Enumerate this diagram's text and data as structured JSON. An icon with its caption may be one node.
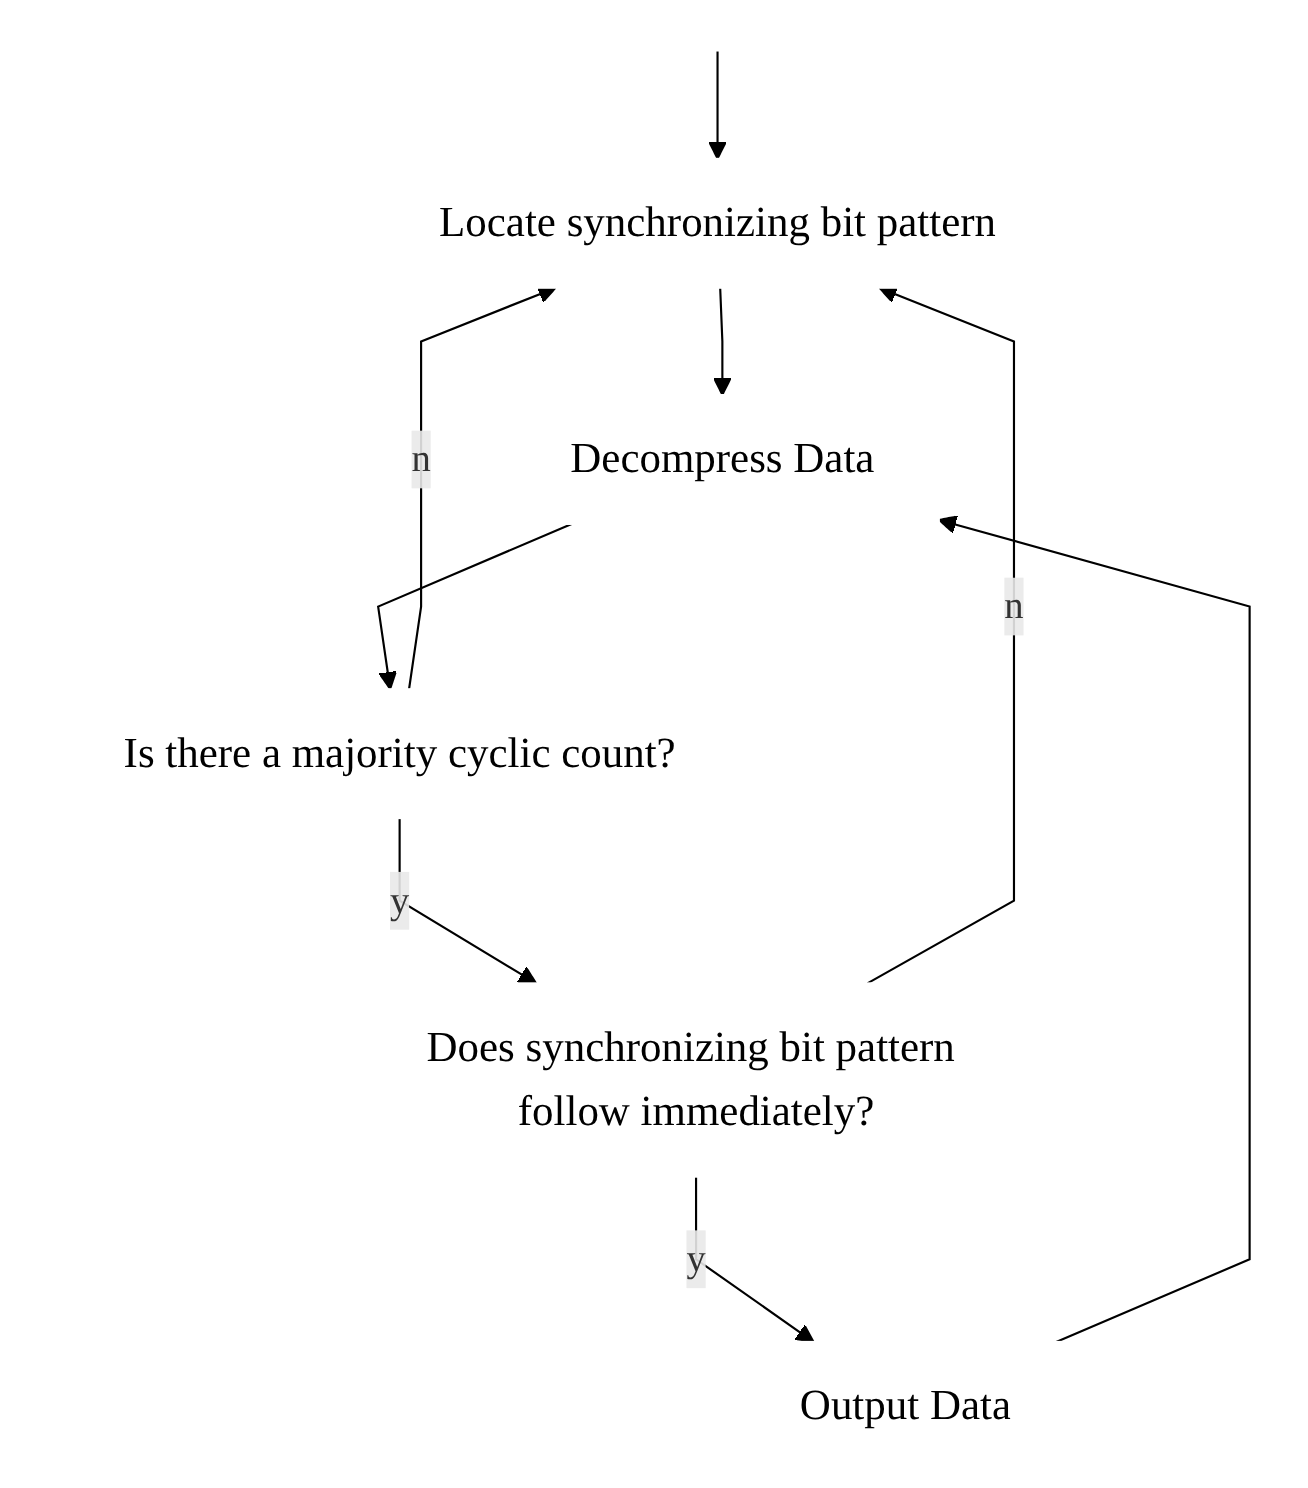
{
  "diagram": {
    "nodes": [
      {
        "text": [
          "Locate synchronizing bit pattern"
        ]
      },
      {
        "text": [
          "Decompress Data"
        ]
      },
      {
        "text": [
          "Is there a majority cyclic count?"
        ]
      },
      {
        "text": [
          "Does synchronizing bit pattern follow immediately?"
        ]
      },
      {
        "text": [
          "Output Data"
        ]
      }
    ],
    "edges": [
      {
        "from": null,
        "to": 0,
        "arrow": "to"
      },
      {
        "from": 0,
        "to": 1,
        "arrow": "to"
      },
      {
        "from": 1,
        "to": 2,
        "arrow": "to"
      },
      {
        "from": 2,
        "to": 0,
        "arrow": "to",
        "label": "n"
      },
      {
        "from": 2,
        "to": 3,
        "arrow": "to",
        "label": "y"
      },
      {
        "from": 3,
        "to": 0,
        "arrow": "to",
        "label": "n"
      },
      {
        "from": 3,
        "to": 4,
        "arrow": "to",
        "label": "y"
      },
      {
        "from": 4,
        "to": 1,
        "arrow": "to"
      }
    ]
  }
}
